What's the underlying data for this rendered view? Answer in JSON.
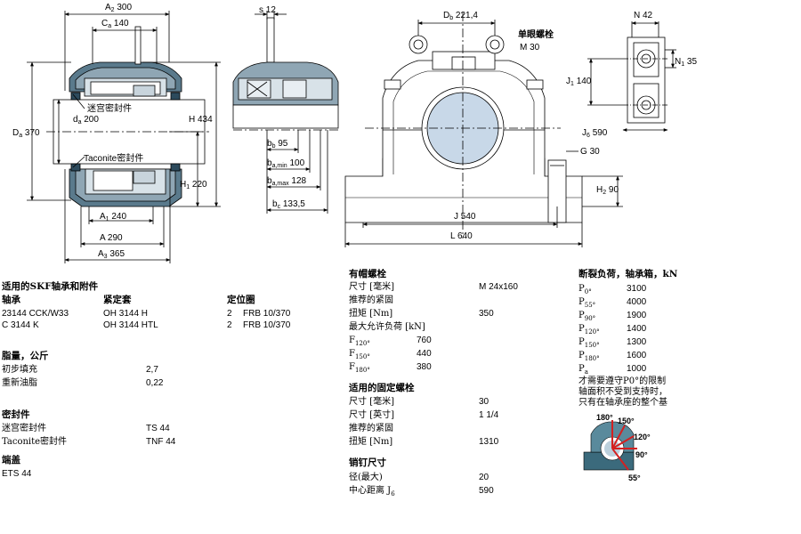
{
  "dims": {
    "A2": "300",
    "Ca": "140",
    "Da": "370",
    "da": "200",
    "H": "434",
    "H1": "220",
    "A1": "240",
    "A": "290",
    "A3": "365",
    "s": "12",
    "bb": "95",
    "ba_min": "100",
    "ba_max": "128",
    "bc": "133,5",
    "Db": "221,4",
    "M": "M 30",
    "J": "540",
    "L": "640",
    "H2": "90",
    "N": "42",
    "N1": "35",
    "J1": "140",
    "J6": "590",
    "G": "30"
  },
  "labels": {
    "maze_seal": "迷宫密封件",
    "taconite_seal": "Taconite密封件",
    "eye_bolt": "单眼螺栓"
  },
  "left_table": {
    "title": "适用的SKF轴承和附件",
    "col_bearing": "轴承",
    "col_sleeve": "紧定套",
    "col_ring": "定位圈",
    "rows": [
      {
        "bearing": "23144 CCK/W33",
        "sleeve": "OH 3144 H",
        "qty": "2",
        "ring": "FRB 10/370"
      },
      {
        "bearing": "C 3144 K",
        "sleeve": "OH 3144 HTL",
        "qty": "2",
        "ring": "FRB 10/370"
      }
    ],
    "grease_title": "脂量，公斤",
    "grease_initial_label": "初步填充",
    "grease_initial": "2,7",
    "grease_relube_label": "重新油脂",
    "grease_relube": "0,22",
    "seal_title": "密封件",
    "seal_maze_label": "迷宫密封件",
    "seal_maze": "TS 44",
    "seal_tac_label": "Taconite密封件",
    "seal_tac": "TNF 44",
    "cover_title": "端盖",
    "cover": "ETS 44"
  },
  "mid_table": {
    "cap_title": "有帽螺栓",
    "size_label": "尺寸 [毫米]",
    "size_val": "M 24x160",
    "torque_rec_label": "推荐的紧固",
    "torque_label": "扭矩 [Nm]",
    "torque_val": "350",
    "load_label": "最大允许负荷 [kN]",
    "F120": "760",
    "F150": "440",
    "F180": "380",
    "fix_title": "适用的固定螺栓",
    "fix_mm_label": "尺寸 [毫米]",
    "fix_mm": "30",
    "fix_in_label": "尺寸 [英寸]",
    "fix_in": "1 1/4",
    "fix_torque_rec_label": "推荐的紧固",
    "fix_torque_label": "扭矩 [Nm]",
    "fix_torque": "1310",
    "dowel_title": "销钉尺寸",
    "dowel_dia_label": "径(最大)",
    "dowel_dia": "20",
    "dowel_dist_label": "中心距离 J",
    "dowel_dist": "590"
  },
  "right_table": {
    "title": "断裂负荷，轴承箱，kN",
    "P0": "3100",
    "P55": "4000",
    "P90": "1900",
    "P120": "1400",
    "P150": "1300",
    "P180": "1600",
    "Pa": "1000",
    "note1": "才需要遵守P0°的限制",
    "note2": "轴面积不受到支持时，",
    "note3": "只有在轴承座的整个基",
    "angles": [
      "180°",
      "150°",
      "120°",
      "90°",
      "55°"
    ]
  }
}
